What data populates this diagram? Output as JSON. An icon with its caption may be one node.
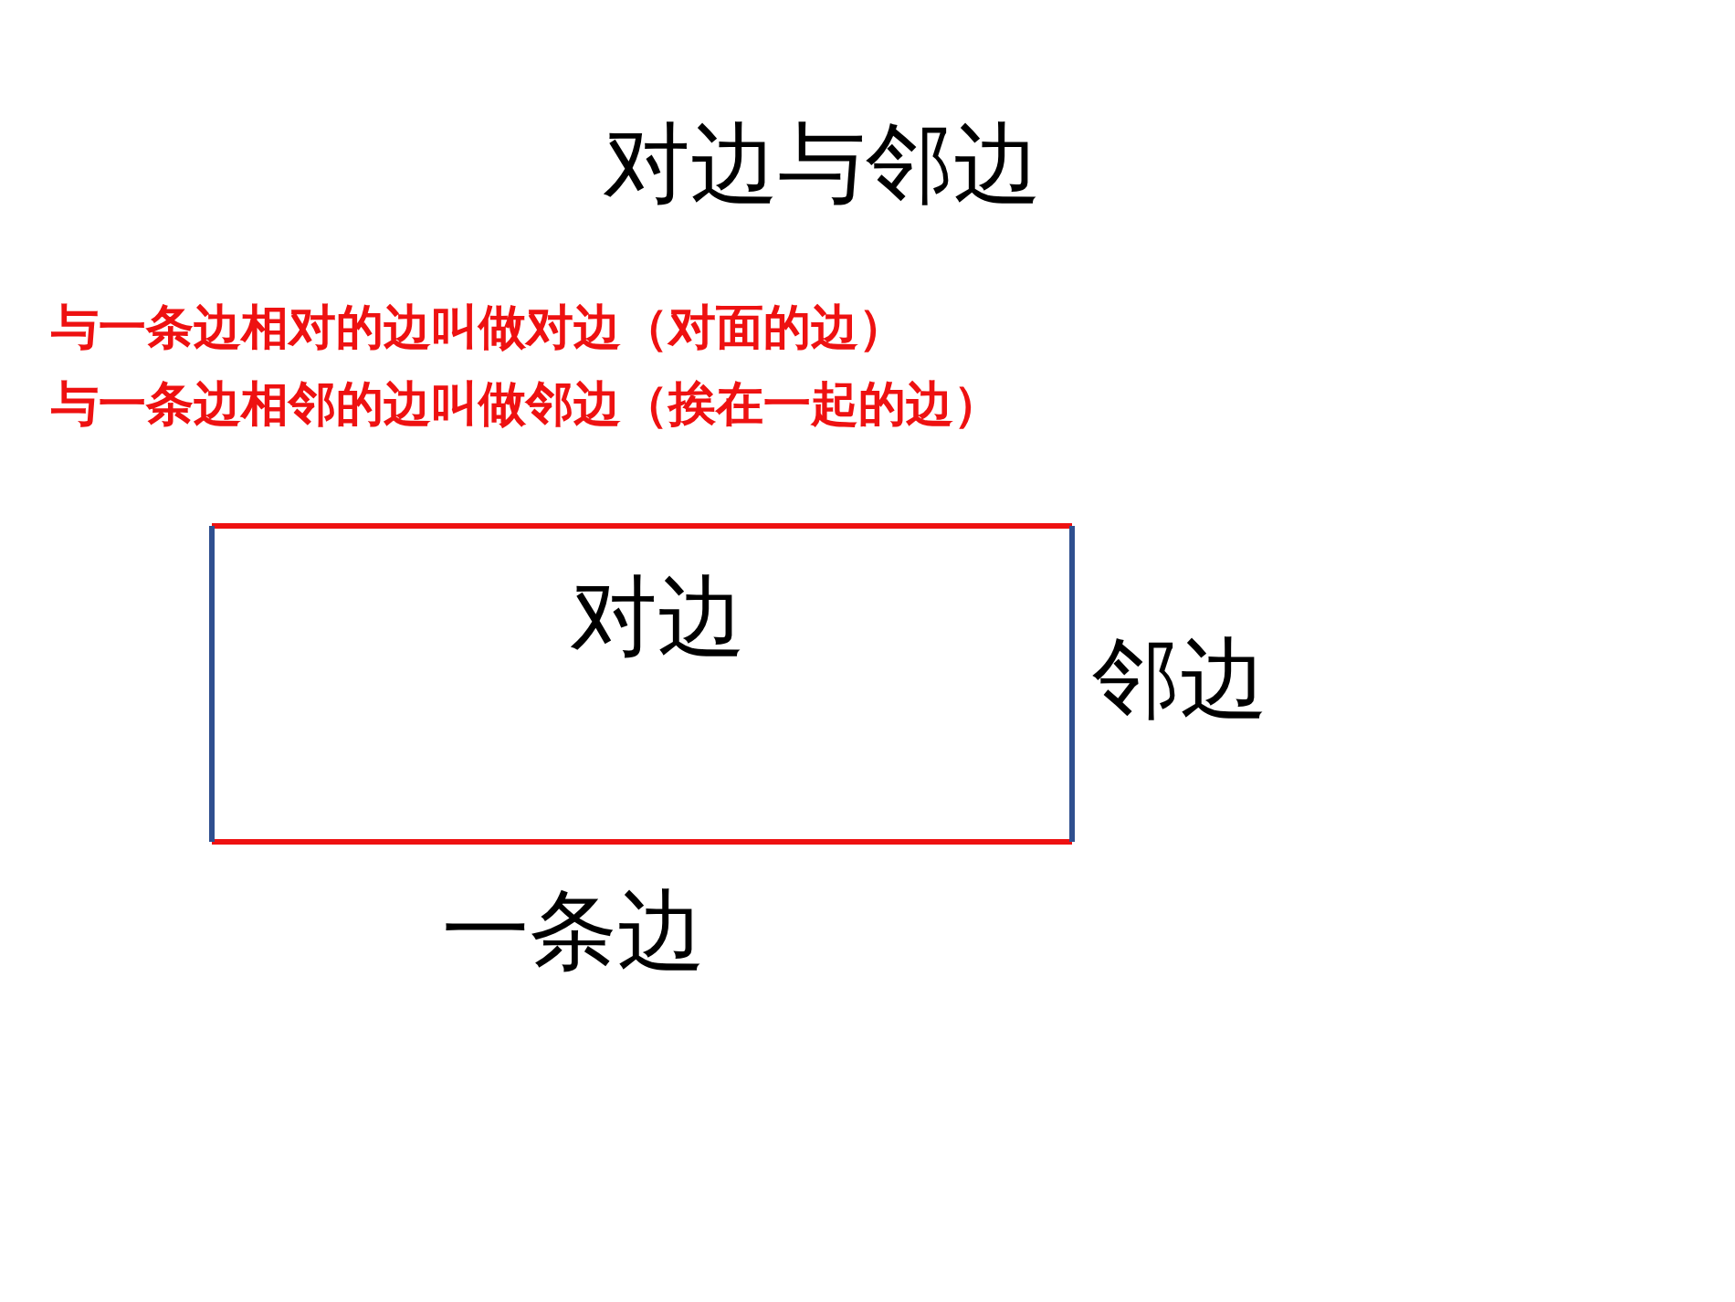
{
  "diagram": {
    "title": "对边与邻边",
    "labels": [
      "与一条边相对的边叫做对边（对面的边）",
      "与一条边相邻的边叫做邻边（挨在一起的边）",
      "对边",
      "邻边",
      "一条边"
    ]
  }
}
